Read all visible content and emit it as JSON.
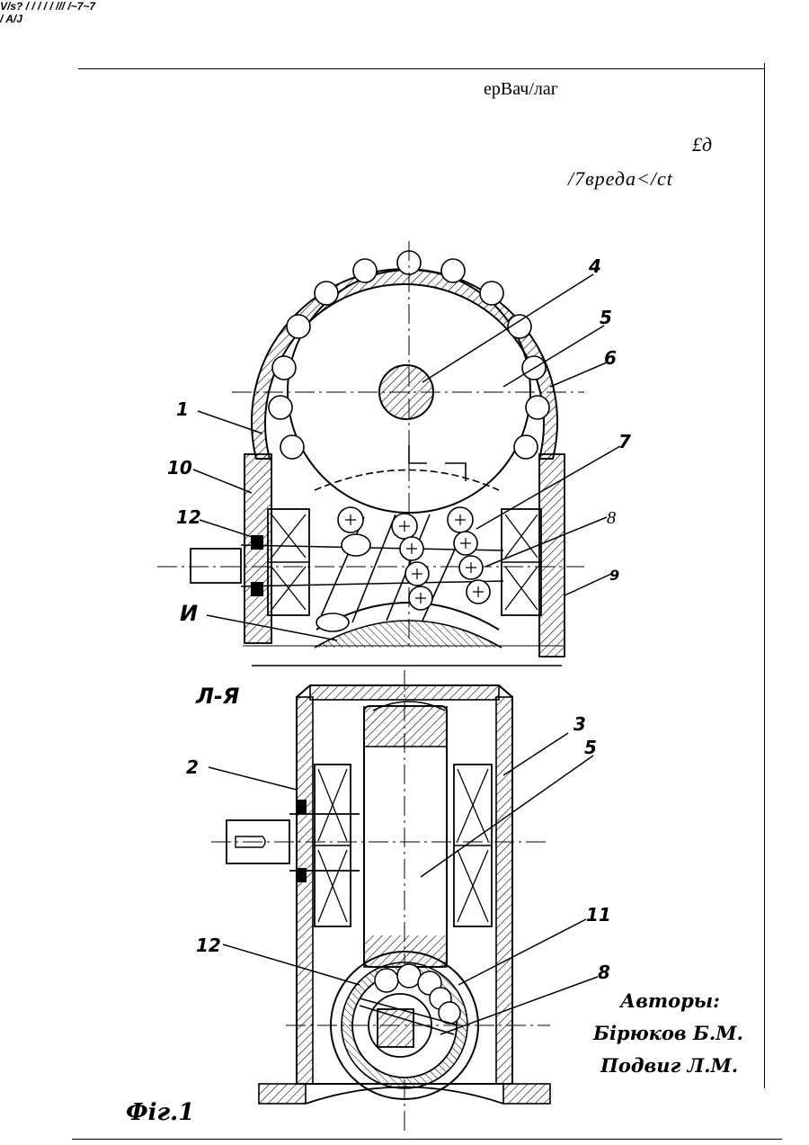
{
  "header": {
    "line1": "ерВач/лаг",
    "line2": "£д",
    "line3": "/7вреда</ct"
  },
  "callouts": {
    "top": [
      "1",
      "10",
      "12",
      "И",
      "4",
      "5",
      "6",
      "7",
      "8",
      "9"
    ],
    "bottom": [
      "2",
      "12",
      "3",
      "5",
      "11",
      "8"
    ]
  },
  "section_label": "Л-Я",
  "hatch_text": "V/s? / / / / / /// /~7~7",
  "hatch_text_2": "/ A/J",
  "authors": {
    "heading": "Авторы:",
    "name1": "Бірюков Б.М.",
    "name2": "Подвиг Л.М."
  },
  "figure_label": "Фіг.1"
}
